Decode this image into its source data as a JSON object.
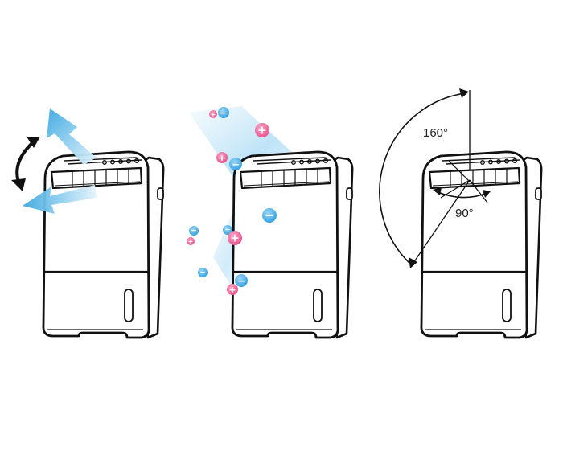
{
  "colors": {
    "outline": "#111111",
    "airflow": "#4fb3e6",
    "positive_ion": "#e8508a",
    "negative_ion": "#2f9fe0",
    "angle_text_small": "#1e7fc4"
  },
  "icons": {
    "swing": "curved-double-arrow-icon",
    "positive": "plus-ion-icon",
    "negative": "minus-ion-icon"
  },
  "panels": [
    {
      "id": "swing-airflow"
    },
    {
      "id": "ion-release",
      "ion_signs": {
        "positive": "+",
        "negative": "−"
      }
    },
    {
      "id": "louver-angles",
      "angles": {
        "vertical": "160°",
        "horizontal": "90°"
      }
    }
  ]
}
